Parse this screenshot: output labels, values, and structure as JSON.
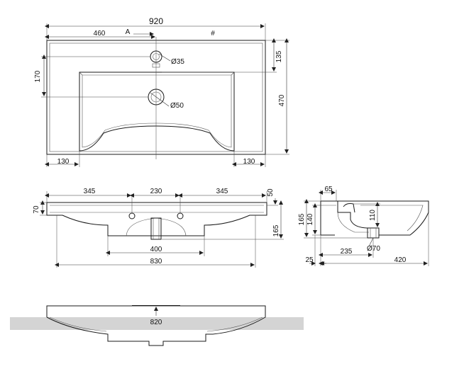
{
  "top_view": {
    "overall_width": "920",
    "left_half": "460",
    "section_mark": "A",
    "section_mark_right": "#",
    "tap_hole": "Ø35",
    "drain_hole": "Ø50",
    "depth_to_drain": "170",
    "top_offset": "135",
    "overall_depth": "470",
    "left_rim": "130",
    "right_rim": "130"
  },
  "front_view": {
    "seg_left": "345",
    "seg_mid": "230",
    "seg_right": "345",
    "rim_height": "70",
    "edge_height": "50",
    "total_height": "165",
    "cabinet_width": "400",
    "bottom_width": "830"
  },
  "side_view": {
    "top_offset": "65",
    "height_total": "165",
    "height_inner": "140",
    "drain_height": "110",
    "drain_dia": "Ø70",
    "drain_depth": "235",
    "back_offset": "25",
    "overall_depth": "420"
  },
  "bottom_view": {
    "cutout_width": "820"
  }
}
